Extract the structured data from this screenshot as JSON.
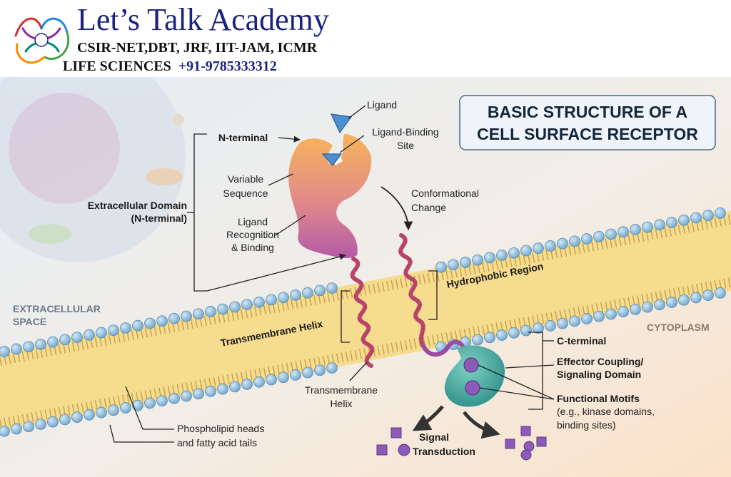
{
  "header": {
    "brand": "Let’s Talk Academy",
    "exams": "CSIR-NET,DBT, JRF, IIT-JAM, ICMR",
    "subject": "LIFE SCIENCES",
    "phone": "+91-9785333312"
  },
  "diagram": {
    "title_line1": "BASIC STRUCTURE OF A",
    "title_line2": "CELL SURFACE RECEPTOR",
    "region_extracellular_1": "EXTRACELLULAR",
    "region_extracellular_2": "SPACE",
    "region_cytoplasm": "CYTOPLASM",
    "ligand": "Ligand",
    "ligand_binding_1": "Ligand-Binding",
    "ligand_binding_2": "Site",
    "n_terminal": "N-terminal",
    "variable_1": "Variable",
    "variable_2": "Sequence",
    "extra_domain_1": "Extracellular Domain",
    "extra_domain_2": "(N-terminal)",
    "recognition_1": "Ligand",
    "recognition_2": "Recognition",
    "recognition_3": "& Binding",
    "conformational_1": "Conformational",
    "conformational_2": "Change",
    "hydrophobic": "Hydrophobic Region",
    "tm_helix_band": "Transmembrane Helix",
    "tm_helix_1": "Transmembrane",
    "tm_helix_2": "Helix",
    "c_terminal": "C-terminal",
    "effector_1": "Effector Coupling/",
    "effector_2": "Signaling Domain",
    "motifs_1": "Functional Motifs",
    "motifs_2": "(e.g., kinase domains,",
    "motifs_3": "binding sites)",
    "phospho_1": "Phospholipid heads",
    "phospho_2": "and fatty acid tails",
    "signal_1": "Signal",
    "signal_2": "Transduction"
  },
  "colors": {
    "brand_blue": "#1a237e",
    "membrane_head": "#7fb3d8",
    "membrane_core": "#f6dc8e",
    "receptor_top": "#f7b45a",
    "receptor_bottom": "#b55aa8",
    "helix": "#b8446a",
    "signaling_domain": "#3aa79d",
    "ligand": "#4a8fd0",
    "signal_molecules": "#8c5ab8"
  }
}
